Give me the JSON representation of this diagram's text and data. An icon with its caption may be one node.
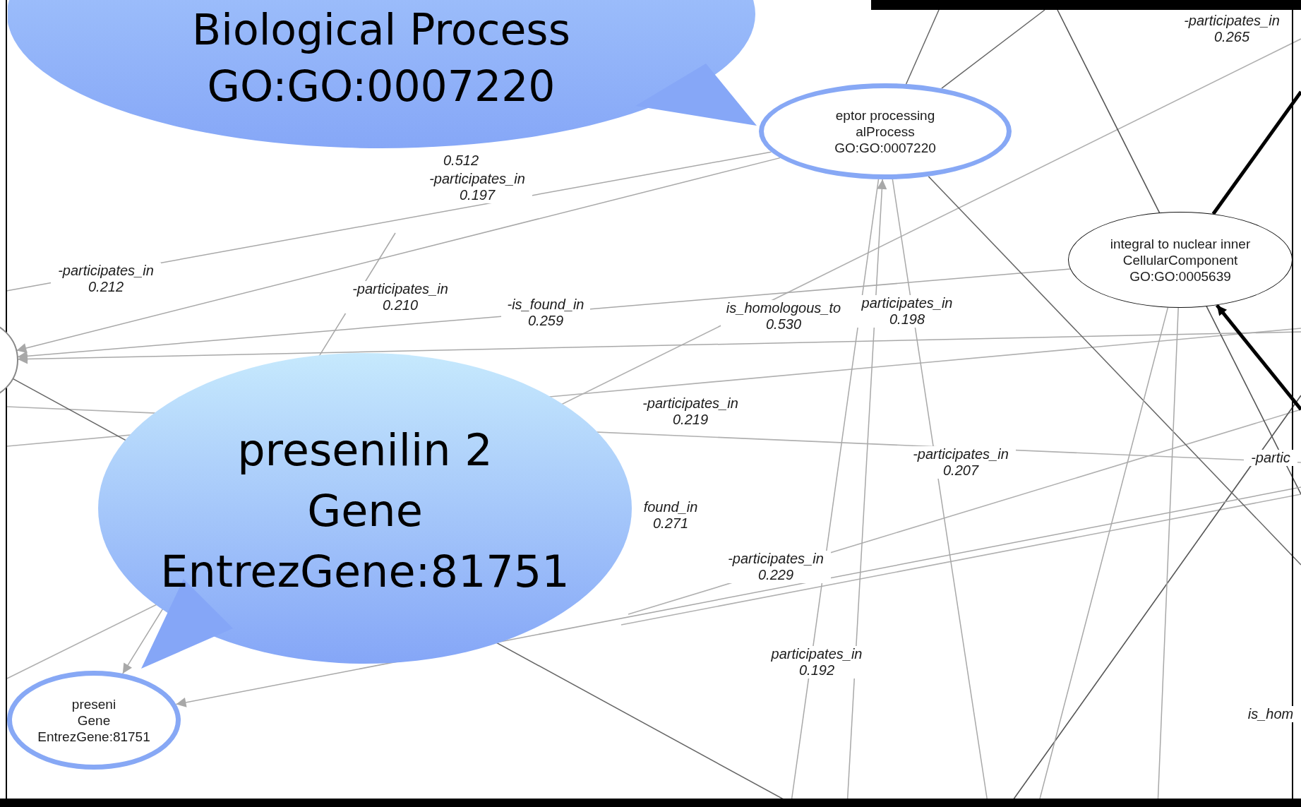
{
  "diagram": {
    "nodes": [
      {
        "text": [
          "Biological Process",
          "GO:GO:0007220"
        ]
      },
      {
        "text": [
          "eptor processing",
          "alProcess",
          "GO:GO:0007220"
        ]
      },
      {
        "text": [
          "integral to nuclear inner",
          "CellularComponent",
          "GO:GO:0005639"
        ]
      },
      {
        "text": [],
        "shape": "circle"
      },
      {
        "text": [
          "presenilin 2",
          "Gene",
          "EntrezGene:81751"
        ]
      },
      {
        "text": [
          "preseni",
          "Gene",
          "EntrezGene:81751"
        ]
      }
    ],
    "edges": [
      {
        "from": 1,
        "to": 3,
        "arrow": "to"
      },
      {
        "from": null,
        "to": 3,
        "arrow": "to"
      },
      {
        "from": 2,
        "to": 3,
        "arrow": "to"
      },
      {
        "from": 3,
        "to": null,
        "arrow": "none",
        "color": "#666666"
      },
      {
        "from": null,
        "to": 1,
        "arrow": "to"
      },
      {
        "from": null,
        "to": 1,
        "arrow": "none"
      },
      {
        "from": 1,
        "to": null,
        "arrow": "none",
        "color": "#666666"
      },
      {
        "from": 1,
        "to": null,
        "arrow": "none",
        "color": "#666666"
      },
      {
        "from": 1,
        "to": null,
        "arrow": "none",
        "color": "#666666"
      },
      {
        "from": 2,
        "to": null,
        "arrow": "none",
        "style": "thick",
        "color": "#000000"
      },
      {
        "from": null,
        "to": 2,
        "arrow": "to",
        "style": "thick",
        "color": "#000000"
      },
      {
        "from": 2,
        "to": null,
        "arrow": "none"
      },
      {
        "from": 2,
        "to": null,
        "arrow": "none"
      },
      {
        "from": null,
        "to": 5,
        "arrow": "to"
      },
      {
        "from": null,
        "to": 5,
        "arrow": "to"
      },
      {
        "from": 1,
        "to": null,
        "arrow": "none"
      },
      {
        "from": 1,
        "to": null,
        "arrow": "none"
      }
    ],
    "labels": [
      "0.512",
      "-participates_in 0.197",
      "-participates_in 0.265",
      "-participates_in 0.212",
      "-participates_in 0.210",
      "-is_found_in 0.259",
      "is_homologous_to 0.530",
      "participates_in 0.198",
      "-participates_in 0.219",
      "-participates_in 0.207",
      "-partic",
      "found_in 0.271",
      "-participates_in 0.229",
      "participates_in 0.192",
      "is_hom"
    ]
  }
}
